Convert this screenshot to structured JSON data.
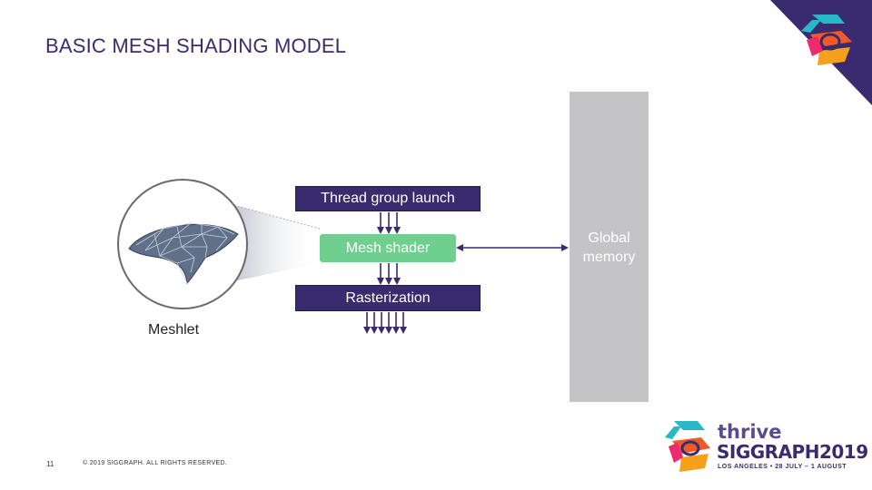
{
  "slide": {
    "title": "BASIC MESH SHADING MODEL",
    "page_number": "11",
    "copyright": "© 2019 SIGGRAPH. ALL RIGHTS RESERVED."
  },
  "diagram": {
    "thread_group_label": "Thread group launch",
    "mesh_shader_label": "Mesh shader",
    "rasterization_label": "Rasterization",
    "global_memory_label": "Global memory",
    "meshlet_label": "Meshlet"
  },
  "branding": {
    "thrive": "thrive",
    "siggraph": "SIGGRAPH2019",
    "tagline": "LOS ANGELES • 28 JULY – 1 AUGUST"
  },
  "colors": {
    "purple": "#3a2a6e",
    "green": "#6ecf8f",
    "gray": "#c4c4c6",
    "accent_orange": "#f05a28",
    "accent_teal": "#28b8c8"
  }
}
